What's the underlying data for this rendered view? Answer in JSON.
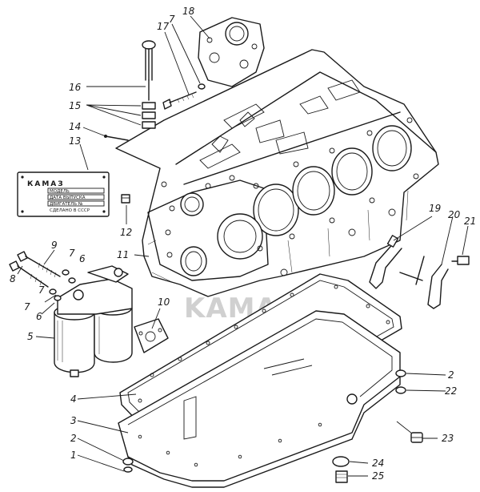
{
  "plate": {
    "brand": "КАМАЗ",
    "line1": "МОДЕЛЬ",
    "line2": "ДАТА ВЫПУСКА",
    "line3": "ДВИГАТЕЛЬ №",
    "line4": "СДЕЛАНО В СССР"
  },
  "watermark": {
    "text": "KAMAZ",
    "logo": "kamaz-logo"
  },
  "callouts": [
    "1",
    "2",
    "3",
    "4",
    "5",
    "6",
    "7",
    "8",
    "9",
    "10",
    "11",
    "12",
    "13",
    "14",
    "15",
    "16",
    "17",
    "7",
    "18",
    "19",
    "20",
    "21",
    "2",
    "22",
    "23",
    "24",
    "25",
    "7",
    "6",
    "7"
  ]
}
